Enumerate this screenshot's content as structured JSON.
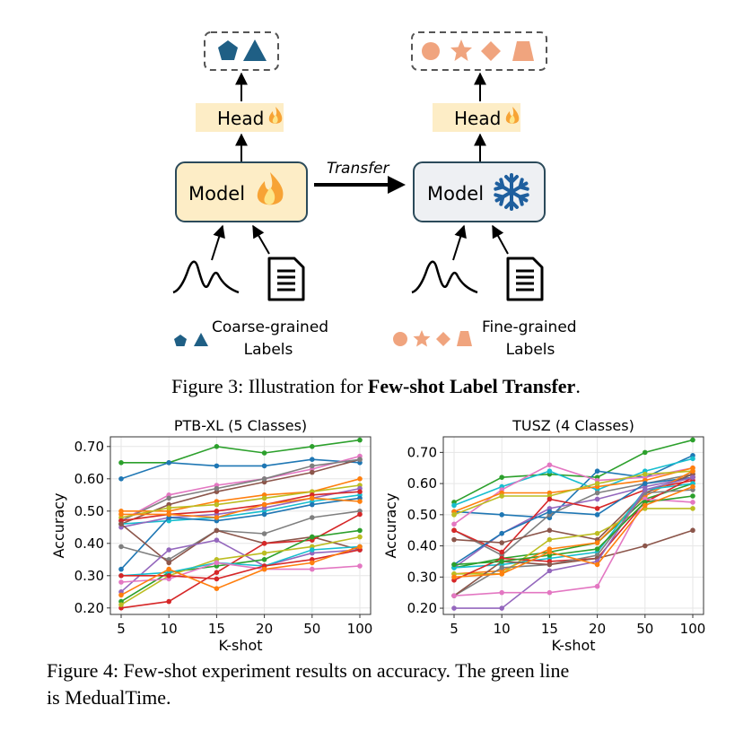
{
  "figure3": {
    "head_label": "Head",
    "model_label": "Model",
    "transfer_label": "Transfer",
    "coarse_label_line1": "Coarse-grained",
    "coarse_label_line2": "Labels",
    "fine_label_line1": "Fine-grained",
    "fine_label_line2": "Labels",
    "caption_prefix": "Figure 3: Illustration for ",
    "caption_bold": "Few-shot Label Transfer",
    "caption_suffix": ".",
    "colors": {
      "coarse": "#1f5f85",
      "fine": "#f0a47e",
      "model_left_fill": "#fdedc6",
      "model_right_fill": "#eef0f3",
      "head_fill": "#fdedc6",
      "snowflake": "#1f5f9e"
    },
    "icons": [
      "pentagon-icon",
      "triangle-icon",
      "circle-icon",
      "star-icon",
      "diamond-icon",
      "trapezoid-icon",
      "fire-icon",
      "snowflake-icon",
      "signal-wave-icon",
      "document-icon"
    ]
  },
  "figure4": {
    "caption_line1": "Figure 4: Few-shot experiment results on accuracy. The green line",
    "caption_line2": "is MedualTime."
  },
  "chart_data": [
    {
      "type": "line",
      "title": "PTB-XL (5 Classes)",
      "xlabel": "K-shot",
      "ylabel": "Accuracy",
      "categories": [
        "5",
        "10",
        "15",
        "20",
        "50",
        "100"
      ],
      "yticks": [
        "0.20",
        "0.30",
        "0.40",
        "0.50",
        "0.60",
        "0.70"
      ],
      "ylim": [
        0.18,
        0.73
      ],
      "grid": true,
      "series": [
        {
          "color": "#2ca02c",
          "values": [
            0.65,
            0.65,
            0.7,
            0.68,
            0.7,
            0.72
          ]
        },
        {
          "color": "#1f77b4",
          "values": [
            0.6,
            0.65,
            0.64,
            0.64,
            0.66,
            0.65
          ]
        },
        {
          "color": "#e377c2",
          "values": [
            0.47,
            0.55,
            0.58,
            0.6,
            0.63,
            0.67
          ]
        },
        {
          "color": "#8c564b",
          "values": [
            0.46,
            0.52,
            0.56,
            0.59,
            0.62,
            0.66
          ]
        },
        {
          "color": "#7f7f7f",
          "values": [
            0.47,
            0.54,
            0.57,
            0.6,
            0.64,
            0.66
          ]
        },
        {
          "color": "#ff7f0e",
          "values": [
            0.5,
            0.5,
            0.53,
            0.55,
            0.56,
            0.6
          ]
        },
        {
          "color": "#bcbd22",
          "values": [
            0.48,
            0.51,
            0.52,
            0.54,
            0.56,
            0.58
          ]
        },
        {
          "color": "#17becf",
          "values": [
            0.46,
            0.47,
            0.48,
            0.5,
            0.53,
            0.55
          ]
        },
        {
          "color": "#9467bd",
          "values": [
            0.45,
            0.48,
            0.49,
            0.51,
            0.54,
            0.57
          ]
        },
        {
          "color": "#d62728",
          "values": [
            0.47,
            0.49,
            0.5,
            0.52,
            0.55,
            0.56
          ]
        },
        {
          "color": "#1f77b4",
          "values": [
            0.32,
            0.48,
            0.47,
            0.49,
            0.52,
            0.54
          ]
        },
        {
          "color": "#ff7f0e",
          "values": [
            0.49,
            0.49,
            0.48,
            0.52,
            0.54,
            0.53
          ]
        },
        {
          "color": "#7f7f7f",
          "values": [
            0.39,
            0.35,
            0.44,
            0.43,
            0.48,
            0.5
          ]
        },
        {
          "color": "#8c564b",
          "values": [
            0.46,
            0.34,
            0.44,
            0.4,
            0.42,
            0.38
          ]
        },
        {
          "color": "#d62728",
          "values": [
            0.2,
            0.22,
            0.31,
            0.4,
            0.41,
            0.49
          ]
        },
        {
          "color": "#9467bd",
          "values": [
            0.25,
            0.38,
            0.41,
            0.33,
            0.37,
            0.38
          ]
        },
        {
          "color": "#2ca02c",
          "values": [
            0.22,
            0.31,
            0.33,
            0.35,
            0.42,
            0.44
          ]
        },
        {
          "color": "#bcbd22",
          "values": [
            0.21,
            0.3,
            0.35,
            0.37,
            0.39,
            0.42
          ]
        },
        {
          "color": "#17becf",
          "values": [
            0.3,
            0.31,
            0.34,
            0.33,
            0.38,
            0.39
          ]
        },
        {
          "color": "#e377c2",
          "values": [
            0.28,
            0.29,
            0.34,
            0.32,
            0.32,
            0.33
          ]
        },
        {
          "color": "#d62728",
          "values": [
            0.3,
            0.3,
            0.29,
            0.33,
            0.35,
            0.38
          ]
        },
        {
          "color": "#ff7f0e",
          "values": [
            0.24,
            0.32,
            0.26,
            0.32,
            0.34,
            0.39
          ]
        }
      ]
    },
    {
      "type": "line",
      "title": "TUSZ (4 Classes)",
      "xlabel": "K-shot",
      "ylabel": "Accuracy",
      "categories": [
        "5",
        "10",
        "15",
        "20",
        "50",
        "100"
      ],
      "yticks": [
        "0.20",
        "0.30",
        "0.40",
        "0.50",
        "0.60",
        "0.70"
      ],
      "ylim": [
        0.18,
        0.75
      ],
      "grid": true,
      "series": [
        {
          "color": "#2ca02c",
          "values": [
            0.54,
            0.62,
            0.63,
            0.62,
            0.7,
            0.74
          ]
        },
        {
          "color": "#1f77b4",
          "values": [
            0.51,
            0.5,
            0.49,
            0.64,
            0.62,
            0.69
          ]
        },
        {
          "color": "#17becf",
          "values": [
            0.53,
            0.59,
            0.64,
            0.58,
            0.64,
            0.68
          ]
        },
        {
          "color": "#e377c2",
          "values": [
            0.47,
            0.58,
            0.66,
            0.61,
            0.62,
            0.65
          ]
        },
        {
          "color": "#ff7f0e",
          "values": [
            0.51,
            0.57,
            0.57,
            0.59,
            0.61,
            0.65
          ]
        },
        {
          "color": "#bcbd22",
          "values": [
            0.5,
            0.56,
            0.56,
            0.6,
            0.63,
            0.64
          ]
        },
        {
          "color": "#7f7f7f",
          "values": [
            0.45,
            0.37,
            0.5,
            0.57,
            0.6,
            0.63
          ]
        },
        {
          "color": "#9467bd",
          "values": [
            0.33,
            0.44,
            0.52,
            0.55,
            0.59,
            0.62
          ]
        },
        {
          "color": "#d62728",
          "values": [
            0.45,
            0.38,
            0.55,
            0.52,
            0.58,
            0.61
          ]
        },
        {
          "color": "#1f77b4",
          "values": [
            0.34,
            0.44,
            0.51,
            0.5,
            0.6,
            0.62
          ]
        },
        {
          "color": "#8c564b",
          "values": [
            0.42,
            0.41,
            0.45,
            0.42,
            0.57,
            0.63
          ]
        },
        {
          "color": "#2ca02c",
          "values": [
            0.33,
            0.36,
            0.38,
            0.41,
            0.55,
            0.6
          ]
        },
        {
          "color": "#ff7f0e",
          "values": [
            0.31,
            0.32,
            0.39,
            0.41,
            0.56,
            0.64
          ]
        },
        {
          "color": "#bcbd22",
          "values": [
            0.31,
            0.31,
            0.42,
            0.44,
            0.52,
            0.52
          ]
        },
        {
          "color": "#17becf",
          "values": [
            0.33,
            0.34,
            0.36,
            0.38,
            0.58,
            0.6
          ]
        },
        {
          "color": "#d62728",
          "values": [
            0.29,
            0.36,
            0.35,
            0.36,
            0.54,
            0.62
          ]
        },
        {
          "color": "#7f7f7f",
          "values": [
            0.24,
            0.33,
            0.34,
            0.37,
            0.57,
            0.58
          ]
        },
        {
          "color": "#8c564b",
          "values": [
            0.24,
            0.35,
            0.34,
            0.36,
            0.4,
            0.45
          ]
        },
        {
          "color": "#9467bd",
          "values": [
            0.2,
            0.2,
            0.32,
            0.35,
            0.58,
            0.62
          ]
        },
        {
          "color": "#e377c2",
          "values": [
            0.24,
            0.25,
            0.25,
            0.27,
            0.55,
            0.54
          ]
        },
        {
          "color": "#2ca02c",
          "values": [
            0.34,
            0.35,
            0.37,
            0.39,
            0.54,
            0.56
          ]
        },
        {
          "color": "#ff7f0e",
          "values": [
            0.3,
            0.31,
            0.38,
            0.34,
            0.53,
            0.59
          ]
        }
      ]
    }
  ]
}
